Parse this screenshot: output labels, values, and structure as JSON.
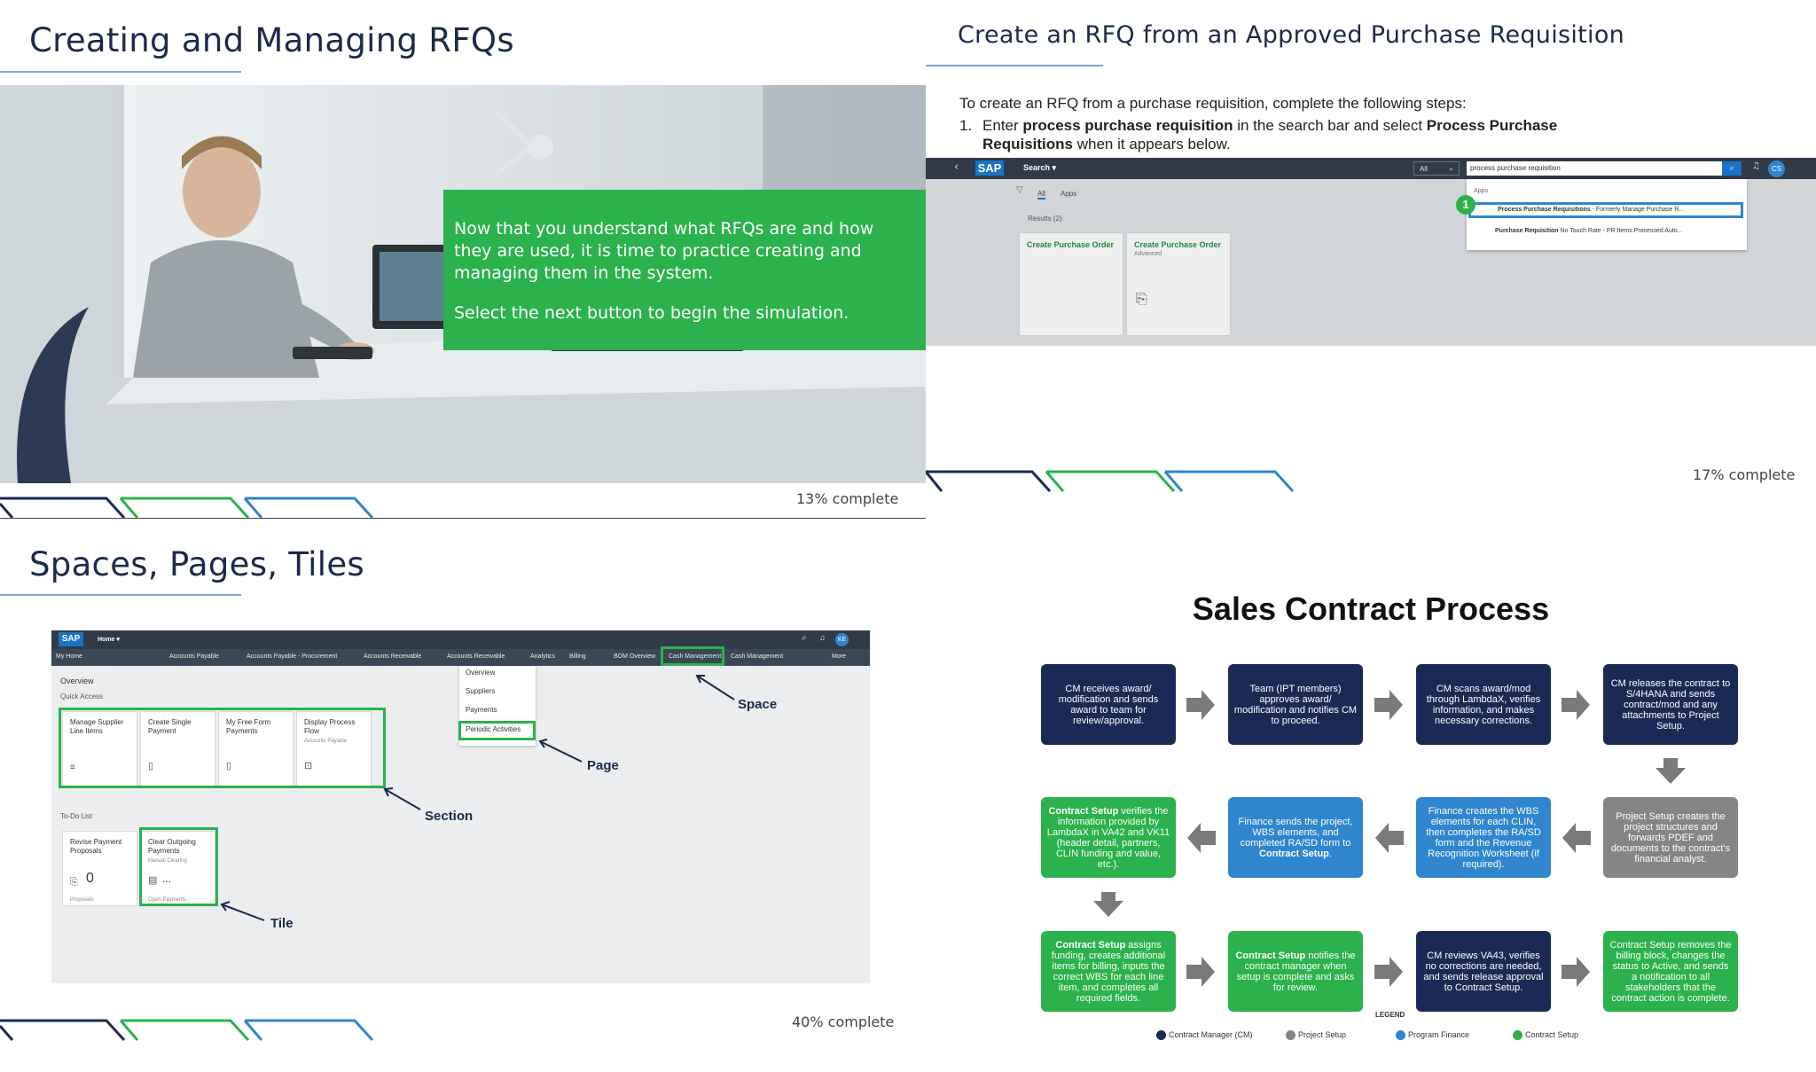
{
  "slide1": {
    "title": "Creating and Managing RFQs",
    "text1": "Now that you understand what RFQs are and how they are used, it is time to practice creating and managing them in the system.",
    "text2": "Select the next button to begin the simulation.",
    "progress": "13% complete"
  },
  "slide2": {
    "title": "Create an RFQ from an Approved Purchase Requisition",
    "intro": "To create an RFQ from a purchase requisition, complete the following steps:",
    "step_num": "1.",
    "step_pre": "Enter ",
    "step_bold1": "process purchase requisition",
    "step_mid": " in the search bar and select ",
    "step_bold2": "Process Purchase Requisitions",
    "step_post": " when it appears below.",
    "sap": {
      "logo": "SAP",
      "search_label": "Search ▾",
      "scope": "All",
      "search_value": "process purchase requisition",
      "avatar": "CS",
      "filter_all": "All",
      "filter_apps": "Apps",
      "results": "Results (2)",
      "tile1": "Create Purchase Order",
      "tile2": "Create Purchase Order",
      "tile2_sub": "Advanced",
      "dropdown_header": "Apps",
      "callout": "1",
      "sugg1_bold": "Process Purchase Requisitions",
      "sugg1_rest": " - Formerly Manage Purchase R...",
      "sugg2_bold": "Purchase Requisition",
      "sugg2_rest": " No Touch Rate - PR Items Processed Auto..."
    },
    "progress": "17% complete"
  },
  "slide3": {
    "title": "Spaces, Pages, Tiles",
    "fiori": {
      "logo": "SAP",
      "home": "Home ▾",
      "avatar": "KE",
      "nav": [
        "My Home",
        "Accounts Payable",
        "Accounts Payable - Procurement",
        "Accounts Receivable",
        "Accounts Receivable",
        "Analytics",
        "Billing",
        "BOM Overview",
        "Cash Management",
        "Cash Management",
        "More"
      ],
      "overview": "Overview",
      "quick_access": "Quick Access",
      "tiles": [
        "Manage Supplier Line Items",
        "Create Single Payment",
        "My Free Form Payments",
        "Display Process Flow"
      ],
      "tile4_sub": "Accounts Payable",
      "menu": [
        "Overview",
        "Suppliers",
        "Payments",
        "Periodic Activities"
      ],
      "todo": "To-Do List",
      "todo_tiles": [
        "Revise Payment Proposals",
        "Clear Outgoing Payments"
      ],
      "todo2_sub": "Manual Clearing",
      "todo1_count": "0",
      "todo1_foot": "Proposals",
      "todo2_count": "...",
      "todo2_foot": "Open Payments"
    },
    "labels": {
      "space": "Space",
      "page": "Page",
      "section": "Section",
      "tile": "Tile"
    },
    "progress": "40% complete"
  },
  "slide4": {
    "title": "Sales Contract Process",
    "row1": [
      "CM receives award/ modification and sends award to team for review/approval.",
      "Team (IPT members) approves award/ modification and notifies CM to proceed.",
      "CM scans award/mod through LambdaX, verifies information, and makes necessary corrections.",
      "CM releases the contract to S/4HANA and sends contract/mod and any attachments to Project Setup."
    ],
    "row2": [
      {
        "bold": "Contract Setup",
        "text": " verifies the information provided by LambdaX in VA42 and VK11 (header detail, partners, CLIN funding and value, etc.)."
      },
      {
        "text": "Finance sends the project, WBS elements, and completed RA/SD form to ",
        "bold_end": "Contract Setup",
        "post": "."
      },
      {
        "text": "Finance creates the WBS elements for each CLIN, then completes the RA/SD form and the Revenue Recognition Worksheet (if required)."
      },
      {
        "text": "Project Setup creates the project structures and forwards PDEF and documents to the contract's financial analyst."
      }
    ],
    "row3": [
      {
        "bold": "Contract Setup",
        "text": " assigns funding, creates additional items for billing, inputs the correct WBS for each line item, and completes all required fields."
      },
      {
        "bold": "Contract Setup",
        "text": " notifies the contract manager when setup is complete and asks for review."
      },
      {
        "text": "CM reviews VA43, verifies no corrections are needed, and sends release approval to Contract Setup."
      },
      {
        "text": "Contract Setup removes the billing block, changes the status to Active, and sends a notification to all stakeholders that the contract action is complete."
      }
    ],
    "legend_title": "LEGEND",
    "legend": [
      "Contract Manager (CM)",
      "Project Setup",
      "Program Finance",
      "Contract Setup"
    ],
    "colors": {
      "cm": "#1b2a55",
      "ps": "#858585",
      "pf": "#2f86cf",
      "cs": "#2bb24c"
    }
  }
}
